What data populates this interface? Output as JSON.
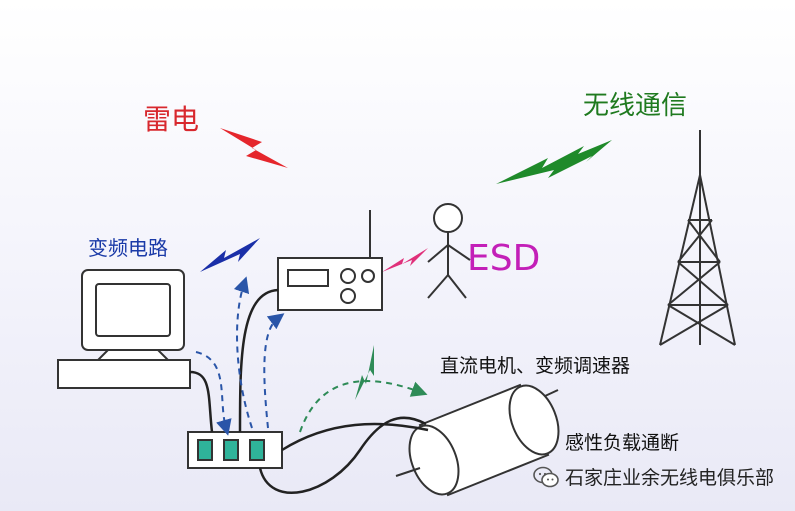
{
  "labels": {
    "lightning": "雷电",
    "wireless": "无线通信",
    "vfd_circuit": "变频电路",
    "esd": "ESD",
    "motor": "直流电机、变频调速器",
    "inductive_load": "感性负载通断"
  },
  "watermark": {
    "text": "石家庄业余无线电俱乐部",
    "icon": "wechat-icon"
  },
  "colors": {
    "lightning": "#e5262c",
    "wireless": "#1f8a2a",
    "vfd": "#1a2fa8",
    "esd": "#e0307a",
    "noise_path": "#2a55a8",
    "coupling_path": "#2e8b57",
    "equipment_fill": "#ffffff",
    "equipment_stroke": "#333333"
  },
  "icons": [
    "lightning-bolt-icon",
    "signal-bolt-icon",
    "person-icon",
    "antenna-tower-icon",
    "computer-icon",
    "radio-icon",
    "power-strip-icon",
    "motor-icon"
  ]
}
